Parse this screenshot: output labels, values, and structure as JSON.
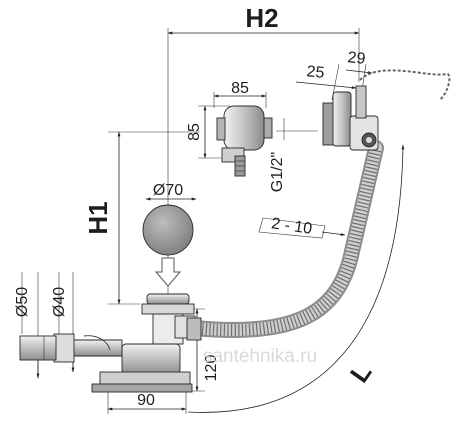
{
  "labels": {
    "h2": "H2",
    "h1": "H1",
    "l": "L",
    "d85_top": "85",
    "d85_side": "85",
    "thread": "G1/2\"",
    "d70": "Ø70",
    "d50": "Ø50",
    "d40": "Ø40",
    "range": "2 - 10",
    "d25": "25",
    "d29": "29",
    "d120": "120",
    "d90": "90"
  },
  "watermark": "santehnika.ru",
  "colors": {
    "metal_light": "#e6e6e6",
    "metal_mid": "#bdbdbd",
    "metal_dark": "#8c8c8c",
    "line": "#222222"
  }
}
